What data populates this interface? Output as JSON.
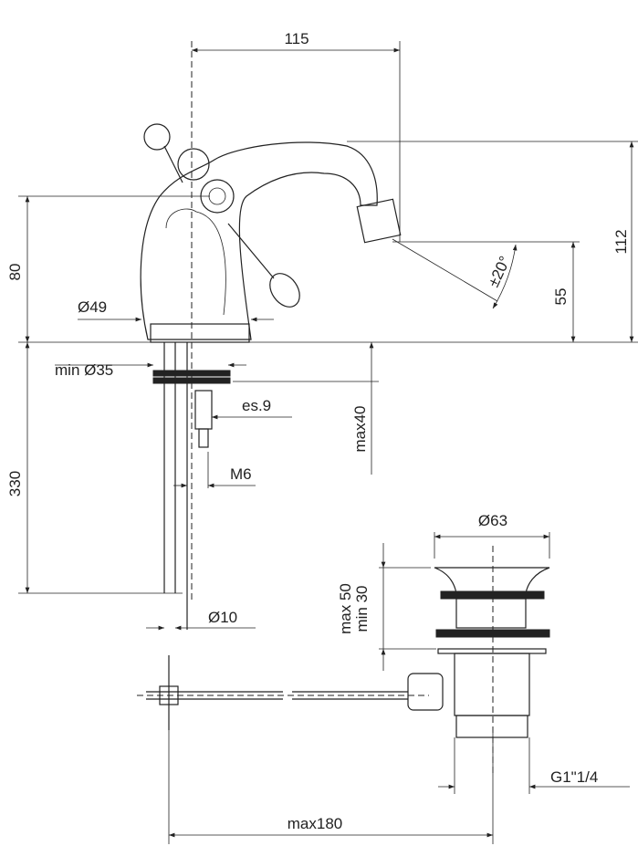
{
  "drawing": {
    "dimensions": {
      "spout_reach": "115",
      "total_height": "112",
      "handle_height": "80",
      "spout_height": "55",
      "spout_angle": "±20°",
      "base_diameter": "Ø49",
      "hole_min_diameter": "min Ø35",
      "deck_thickness": "es.9",
      "deck_max": "max40",
      "hose_length": "330",
      "stud_thread": "M6",
      "hose_diameter": "Ø10",
      "waste_diameter": "Ø63",
      "waste_max": "max 50",
      "waste_min": "min 30",
      "waste_thread": "G1\"1/4",
      "rod_max": "max180"
    }
  }
}
